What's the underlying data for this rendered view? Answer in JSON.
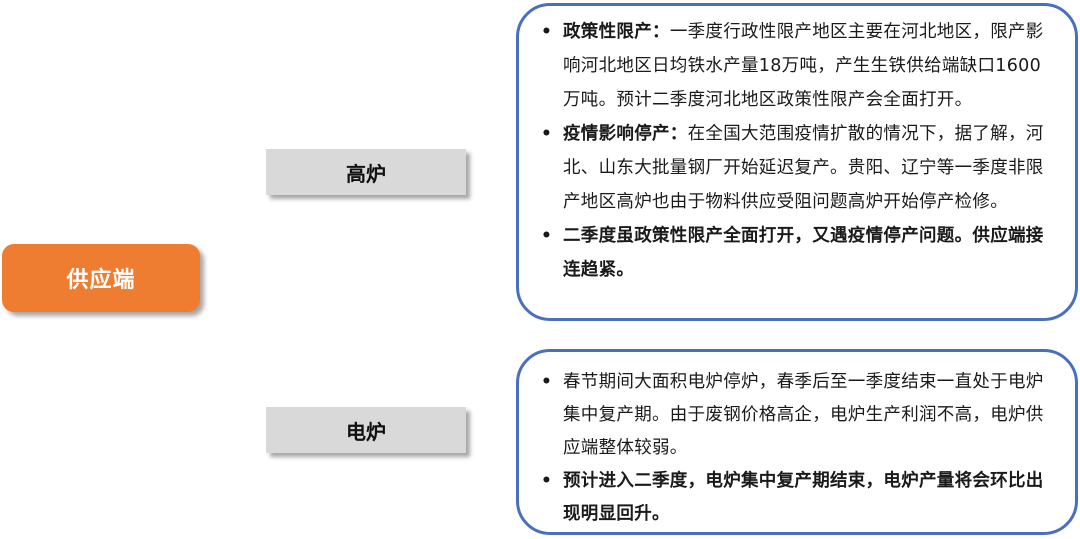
{
  "root": {
    "label": "供应端",
    "color": "#ee7d32"
  },
  "branches": [
    {
      "label": "高炉",
      "points": [
        {
          "lead": "政策性限产：",
          "text": "一季度行政性限产地区主要在河北地区，限产影响河北地区日均铁水产量18万吨，产生生铁供给端缺口1600万吨。预计二季度河北地区政策性限产会全面打开。"
        },
        {
          "lead": "疫情影响停产：",
          "text": "在全国大范围疫情扩散的情况下，据了解，河北、山东大批量钢厂开始延迟复产。贵阳、辽宁等一季度非限产地区高炉也由于物料供应受阻问题高炉开始停产检修。"
        },
        {
          "lead": "",
          "text": "二季度虽政策性限产全面打开，又遇疫情停产问题。供应端接连趋紧。"
        }
      ]
    },
    {
      "label": "电炉",
      "points": [
        {
          "lead": "",
          "text": "春节期间大面积电炉停炉，春季后至一季度结束一直处于电炉集中复产期。由于废钢价格高企，电炉生产利润不高，电炉供应端整体较弱。"
        },
        {
          "lead": "",
          "text": "预计进入二季度，电炉集中复产期结束，电炉产量将会环比出现明显回升。"
        }
      ]
    }
  ],
  "colors": {
    "panel_border": "#4a6fc0",
    "branch_fill": "#d9d9d9"
  }
}
